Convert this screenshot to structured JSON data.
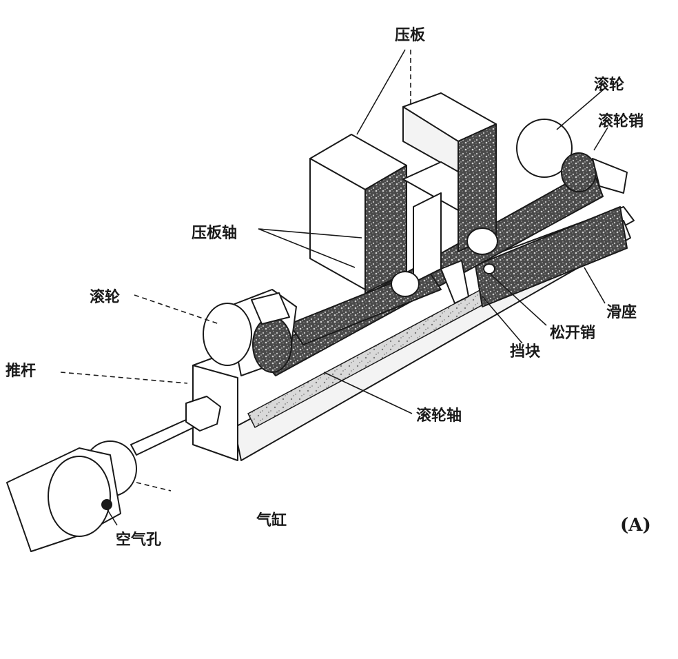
{
  "labels": {
    "pressure_plate": "压板",
    "roller_top": "滚轮",
    "roller_pin": "滚轮销",
    "pressure_plate_shaft": "压板轴",
    "roller_left": "滚轮",
    "slide_seat": "滑座",
    "release_pin": "松开销",
    "stop_block": "挡块",
    "push_rod": "推杆",
    "roller_shaft": "滚轮轴",
    "cylinder": "气缸",
    "air_hole": "空气孔"
  },
  "panel_tag": "(A)"
}
